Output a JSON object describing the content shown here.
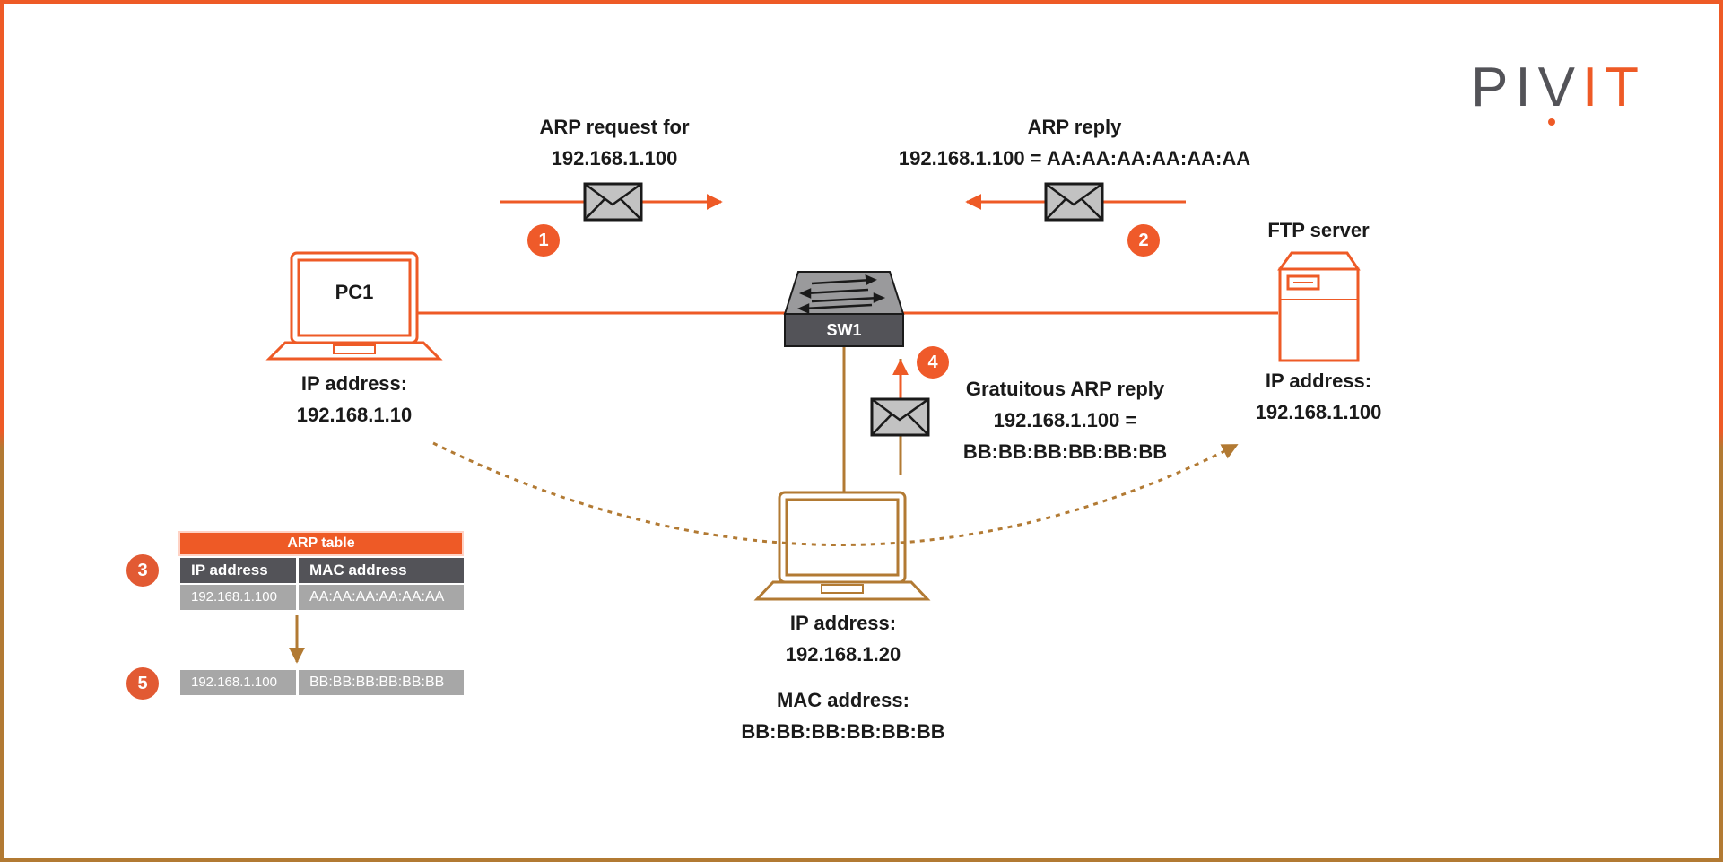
{
  "logo": {
    "left": "PIV",
    "right": "IT"
  },
  "colors": {
    "accent": "#ee5a26",
    "brown": "#b27a33",
    "dark": "#535358",
    "gray": "#a7a7a7"
  },
  "devices": {
    "pc1": {
      "name": "PC1",
      "ip_label": "IP address:",
      "ip": "192.168.1.10"
    },
    "switch": {
      "name": "SW1"
    },
    "ftp": {
      "name": "FTP server",
      "ip_label": "IP address:",
      "ip": "192.168.1.100"
    },
    "attacker": {
      "ip_label": "IP address:",
      "ip": "192.168.1.20",
      "mac_label": "MAC address:",
      "mac": "BB:BB:BB:BB:BB:BB"
    }
  },
  "steps": {
    "s1": {
      "number": "1",
      "line1": "ARP request for",
      "line2": "192.168.1.100"
    },
    "s2": {
      "number": "2",
      "line1": "ARP reply",
      "line2": "192.168.1.100 = AA:AA:AA:AA:AA:AA"
    },
    "s3": {
      "number": "3"
    },
    "s4": {
      "number": "4",
      "line1": "Gratuitous ARP reply",
      "line2": "192.168.1.100 =",
      "line3": "BB:BB:BB:BB:BB:BB"
    },
    "s5": {
      "number": "5"
    }
  },
  "arp_table": {
    "title": "ARP table",
    "headers": [
      "IP address",
      "MAC address"
    ],
    "before": [
      "192.168.1.100",
      "AA:AA:AA:AA:AA:AA"
    ],
    "after": [
      "192.168.1.100",
      "BB:BB:BB:BB:BB:BB"
    ]
  }
}
